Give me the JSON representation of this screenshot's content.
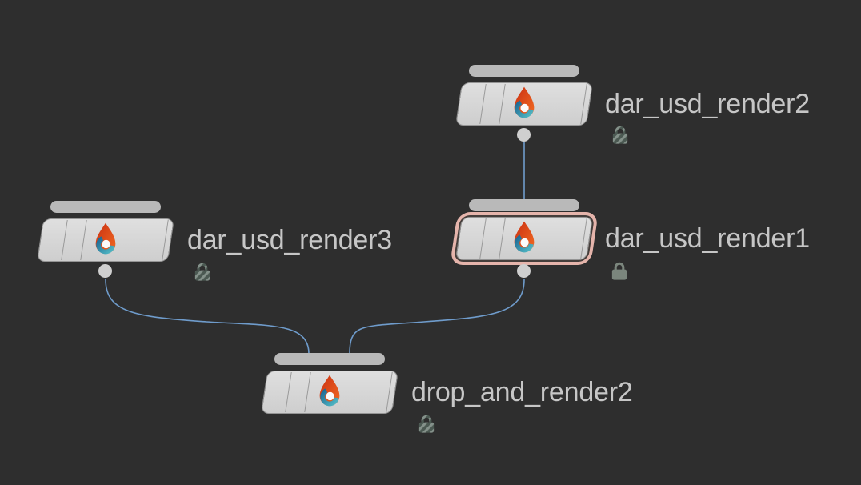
{
  "editor": {
    "name": "node-network-editor",
    "background_color": "#2e2e2e"
  },
  "nodes": [
    {
      "id": "dar_usd_render2",
      "label": "dar_usd_render2",
      "icon": "drop-and-render-icon",
      "selected": false,
      "lock_badge": "locked-hatched",
      "has_output_dot": true
    },
    {
      "id": "dar_usd_render1",
      "label": "dar_usd_render1",
      "icon": "drop-and-render-icon",
      "selected": true,
      "lock_badge": "locked-solid",
      "has_output_dot": true
    },
    {
      "id": "dar_usd_render3",
      "label": "dar_usd_render3",
      "icon": "drop-and-render-icon",
      "selected": false,
      "lock_badge": "locked-hatched",
      "has_output_dot": true
    },
    {
      "id": "drop_and_render2",
      "label": "drop_and_render2",
      "icon": "drop-and-render-icon",
      "selected": false,
      "lock_badge": "locked-hatched",
      "has_output_dot": false
    }
  ],
  "connections": [
    {
      "from": "dar_usd_render2",
      "to": "dar_usd_render1"
    },
    {
      "from": "dar_usd_render3",
      "to": "drop_and_render2"
    },
    {
      "from": "dar_usd_render1",
      "to": "drop_and_render2"
    }
  ],
  "colors": {
    "background": "#2e2e2e",
    "node_body": "#d7d7d7",
    "node_input_bar": "#b9b9b9",
    "wire": "#6f9ccc",
    "label": "#c6c6c6",
    "selection_ring": "#e5b4ab",
    "lock_solid": "#7b867d",
    "lock_hatch_dark": "#4b5952",
    "lock_hatch_light": "#84918a",
    "icon_red": "#c92f12",
    "icon_orange": "#f26b22",
    "icon_blue": "#175d8d",
    "icon_teal": "#5ac6cc"
  }
}
